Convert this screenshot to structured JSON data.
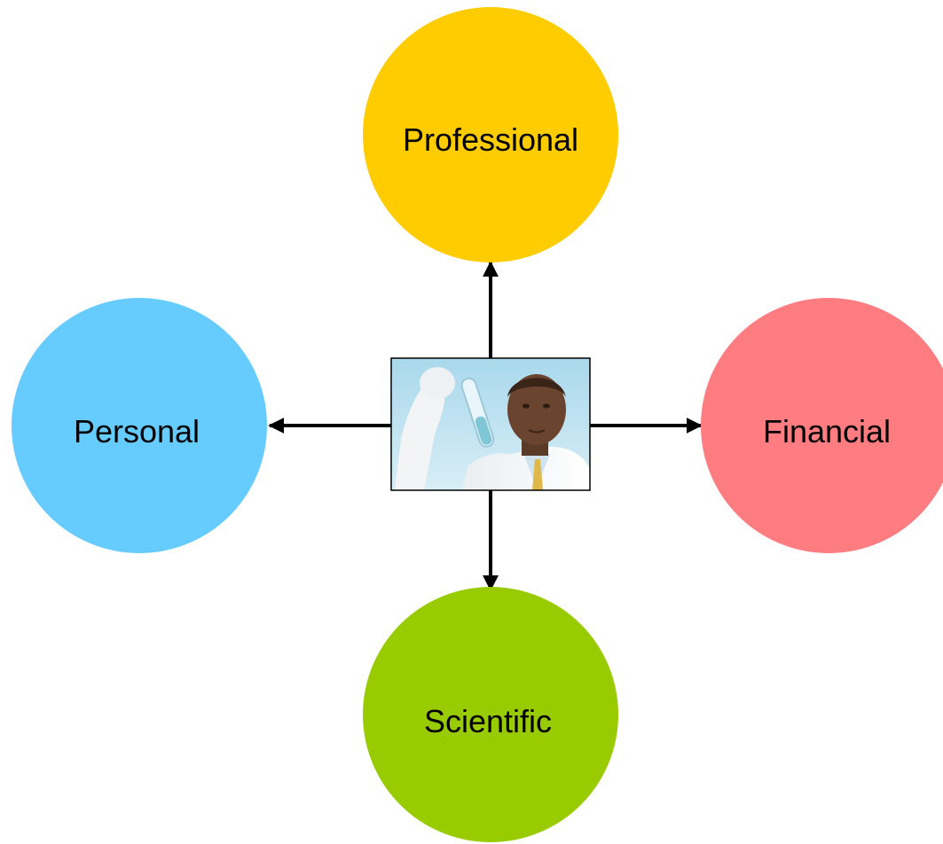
{
  "nodes": {
    "professional": {
      "label": "Professional",
      "color": "#FFCC00"
    },
    "personal": {
      "label": "Personal",
      "color": "#66CCFF"
    },
    "financial": {
      "label": "Financial",
      "color": "#FF7C80"
    },
    "scientific": {
      "label": "Scientific",
      "color": "#99CC00"
    }
  },
  "center_image": {
    "icon": "scientist-holding-test-tube-photo"
  },
  "arrows": {
    "color": "#000000"
  }
}
